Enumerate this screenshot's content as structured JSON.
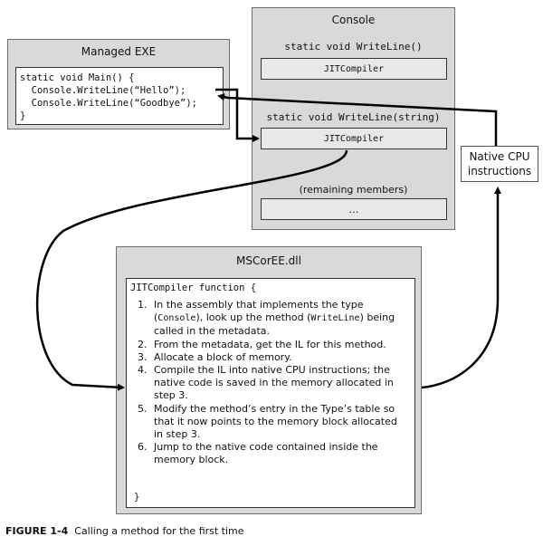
{
  "managed_exe": {
    "title": "Managed EXE",
    "code_lines": [
      "static void Main() {",
      "  Console.WriteLine(“Hello”);",
      "  Console.WriteLine(“Goodbye”);",
      "}"
    ]
  },
  "console": {
    "title": "Console",
    "method1": "static void WriteLine()",
    "method1_slot": "JITCompiler",
    "method2": "static void WriteLine(string)",
    "method2_slot": "JITCompiler",
    "remaining_label": "(remaining members)",
    "remaining_slot": "…"
  },
  "native_cpu": {
    "line1": "Native CPU",
    "line2": "instructions"
  },
  "mscoree": {
    "title": "MSCorEE.dll",
    "function_header": "JITCompiler function {",
    "steps": [
      {
        "num": "1.",
        "text": "In the assembly that implements the type (Console), look up the method (WriteLine) being called in the metadata."
      },
      {
        "num": "2.",
        "text": "From the metadata, get the IL for this method."
      },
      {
        "num": "3.",
        "text": "Allocate a block of memory."
      },
      {
        "num": "4.",
        "text": "Compile the IL into native CPU instructions; the native code is saved in the memory allocated in step 3."
      },
      {
        "num": "5.",
        "text": "Modify the method’s entry in the Type’s table so that it now points to the memory block allocated in step 3."
      },
      {
        "num": "6.",
        "text": "Jump to the native code contained inside the memory block."
      }
    ],
    "closing_brace": "}"
  },
  "caption": {
    "label": "FIGURE 1-4",
    "text": "Calling a method for the first time"
  }
}
